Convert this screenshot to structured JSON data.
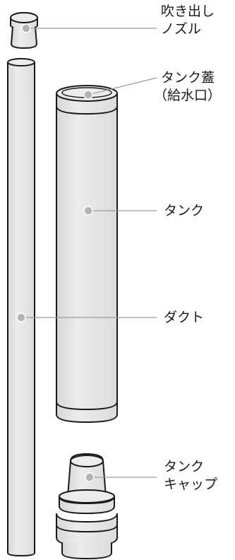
{
  "labels": {
    "nozzle": [
      "吹き出し",
      "ノズル"
    ],
    "tank_lid": [
      "タンク蓋",
      "（給水口）"
    ],
    "tank": [
      "タンク"
    ],
    "duct": [
      "ダクト"
    ],
    "tank_cap": [
      "タンク",
      "キャップ"
    ]
  },
  "colors": {
    "part_fill": "#e5e5e5",
    "part_stroke": "#1a1a1a",
    "leader_line": "#9a9a9a",
    "callout_dot": "#b4b4b4"
  }
}
